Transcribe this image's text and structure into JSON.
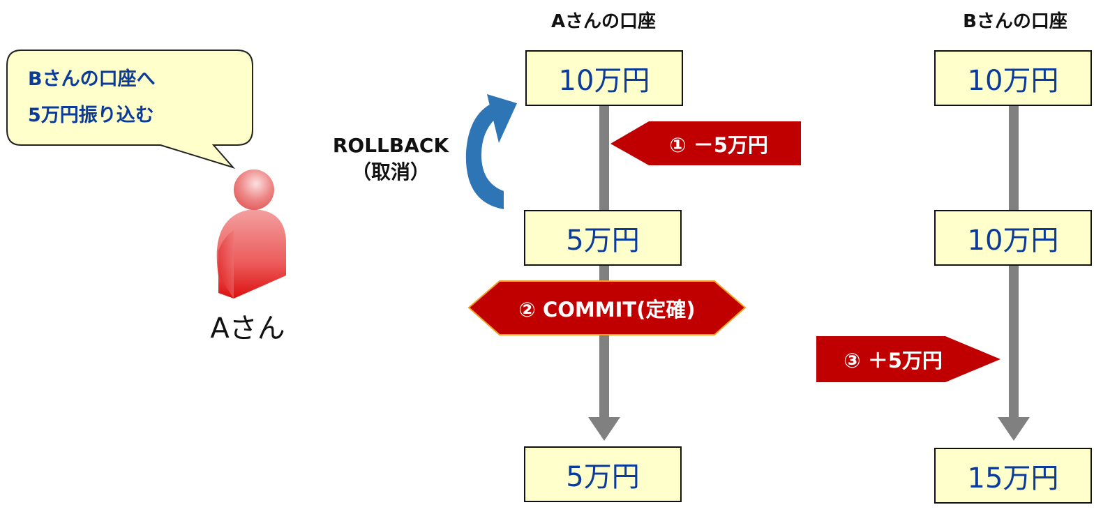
{
  "speech_bubble": {
    "line1": "Bさんの口座へ",
    "line2": "5万円振り込む"
  },
  "person": {
    "label": "Aさん",
    "color": "#e02020"
  },
  "rollback": {
    "line1": "ROLLBACK",
    "line2": "（取消）",
    "arrow_color": "#2e75b6"
  },
  "account_a": {
    "title": "Aさんの口座",
    "balances": [
      "10万円",
      "5万円",
      "5万円"
    ]
  },
  "account_b": {
    "title": "Bさんの口座",
    "balances": [
      "10万円",
      "10万円",
      "15万円"
    ]
  },
  "steps": [
    {
      "label": "① －5万円",
      "kind": "withdraw"
    },
    {
      "label": "② COMMIT(定確)",
      "kind": "commit"
    },
    {
      "label": "③ ＋5万円",
      "kind": "deposit"
    }
  ],
  "colors": {
    "box_fill": "#ffffcc",
    "box_text": "#0a3a9a",
    "tag_fill": "#c00000",
    "tag_border": "#f0a020",
    "stem": "#808080"
  }
}
